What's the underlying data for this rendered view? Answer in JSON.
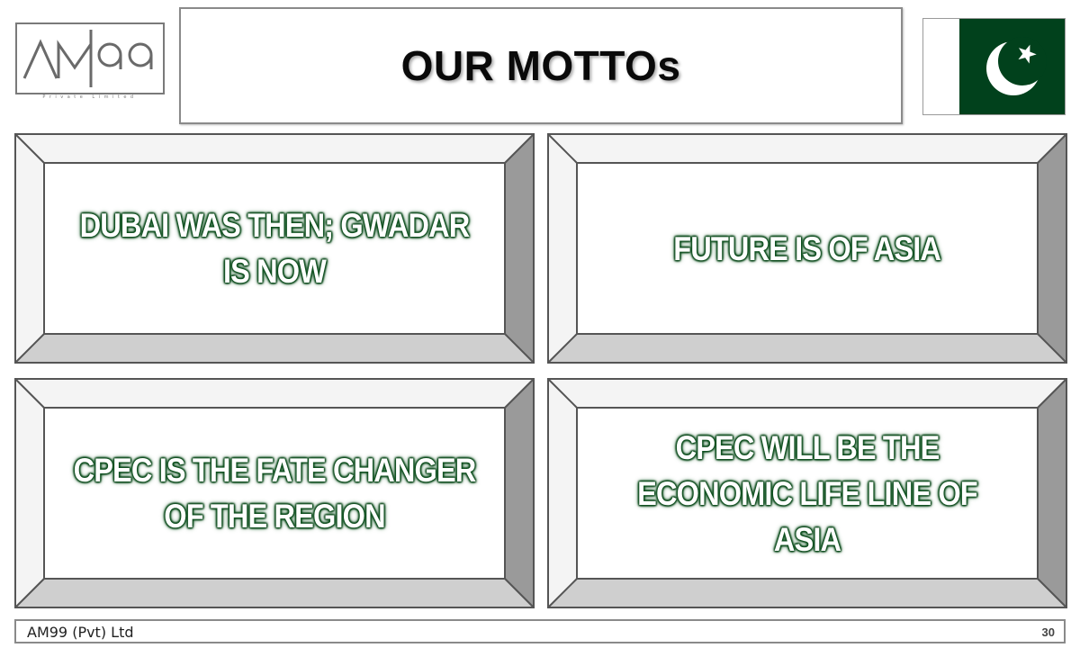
{
  "header": {
    "title": "OUR MOTTOs"
  },
  "logo": {
    "text": "AM|99",
    "subtext": "Private Limited"
  },
  "flag": {
    "country": "Pakistan",
    "green": "#01411c",
    "white": "#ffffff"
  },
  "mottos": [
    {
      "text": "DUBAI WAS THEN; GWADAR IS NOW"
    },
    {
      "text": "FUTURE IS OF ASIA"
    },
    {
      "text": "CPEC IS THE FATE CHANGER OF THE REGION"
    },
    {
      "text": "CPEC WILL BE THE ECONOMIC LIFE LINE OF ASIA"
    }
  ],
  "footer": {
    "company": "AM99 (Pvt) Ltd",
    "page_number": "30"
  },
  "colors": {
    "motto_glow": "#0b4d1c",
    "bevel_top": "#f2f2f2",
    "bevel_right": "#9a9a9a",
    "bevel_bottom": "#cfcfcf",
    "border": "#555555"
  }
}
